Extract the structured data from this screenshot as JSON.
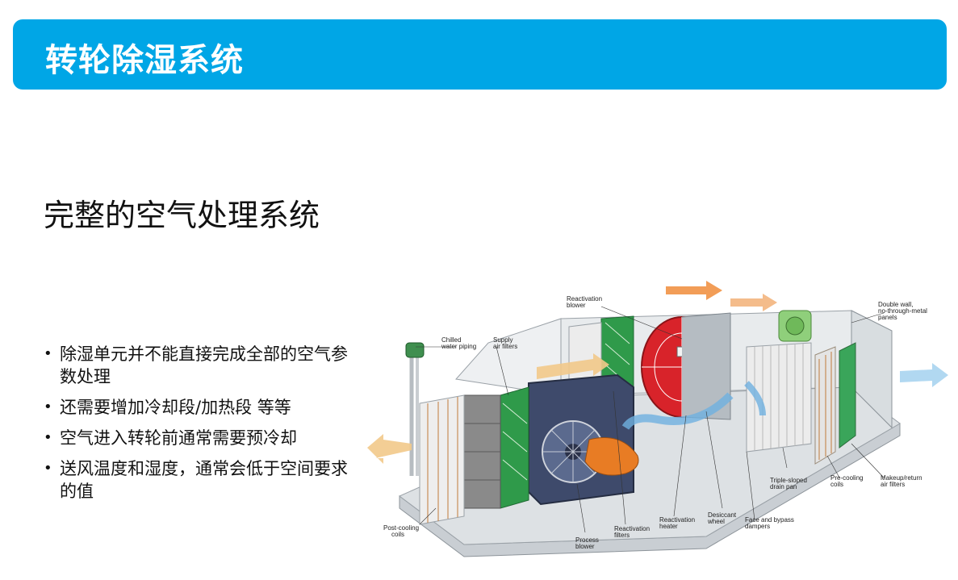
{
  "header": {
    "title": "转轮除湿系统"
  },
  "subtitle": "完整的空气处理系统",
  "bullets": [
    "除湿单元并不能直接完成全部的空气参数处理",
    "还需要增加冷却段/加热段 等等",
    "空气进入转轮前通常需要预冷却",
    "送风温度和湿度，通常会低于空间要求的值"
  ],
  "diagram": {
    "labels": {
      "reactivation_blower": [
        "Reactivation",
        "blower"
      ],
      "double_wall": [
        "Double wall,",
        "no-through-metal",
        "panels"
      ],
      "chilled_water": [
        "Chilled",
        "water piping"
      ],
      "supply_filters": [
        "Supply",
        "air filters"
      ],
      "triple_drain": [
        "Triple-sloped",
        "drain pan"
      ],
      "precooling": [
        "Pre-cooling",
        "coils"
      ],
      "makeup_filters": [
        "Makeup/return",
        "air filters"
      ],
      "postcooling": [
        "Post-cooling",
        "coils"
      ],
      "process_blower": [
        "Process",
        "blower"
      ],
      "reactivation_filters": [
        "Reactivation",
        "filters"
      ],
      "reactivation_heater": [
        "Reactivation",
        "heater"
      ],
      "desiccant_wheel": [
        "Desiccant",
        "wheel"
      ],
      "face_bypass": [
        "Face and bypass",
        "dampers"
      ]
    }
  }
}
